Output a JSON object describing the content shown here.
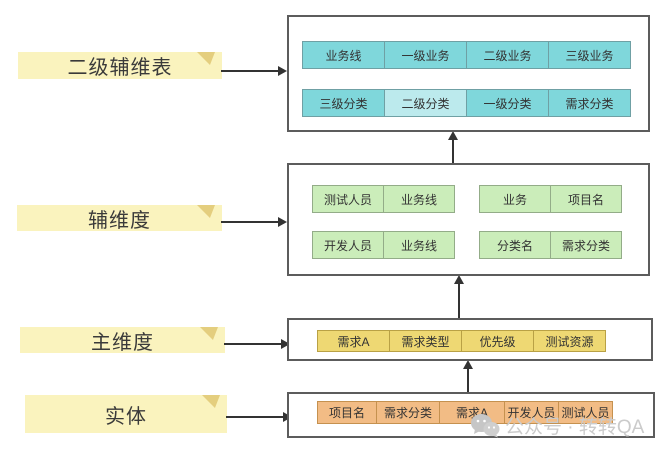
{
  "diagram": {
    "labels": {
      "secondary_aux_table": "二级辅维表",
      "aux_dimension": "辅维度",
      "main_dimension": "主维度",
      "entity": "实体"
    },
    "secondary_aux_table": {
      "row1": [
        "业务线",
        "一级业务",
        "二级业务",
        "三级业务"
      ],
      "row2": [
        "三级分类",
        "二级分类",
        "一级分类",
        "需求分类"
      ]
    },
    "aux_dimension": {
      "pair_tl": [
        "测试人员",
        "业务线"
      ],
      "pair_tr": [
        "业务",
        "项目名"
      ],
      "pair_bl": [
        "开发人员",
        "业务线"
      ],
      "pair_br": [
        "分类名",
        "需求分类"
      ]
    },
    "main_dimension": {
      "cells": [
        "需求A",
        "需求类型",
        "优先级",
        "测试资源"
      ]
    },
    "entity": {
      "cells": [
        "项目名",
        "需求分类",
        "需求A",
        "开发人员",
        "测试人员"
      ]
    }
  },
  "watermark": {
    "icon": "wechat-icon",
    "text": "公众号 · 转转QA"
  },
  "colors": {
    "sticky_fill": "#FAF3BE",
    "sticky_fold": "#E4CE7E",
    "teal_cell": "#7FD7DB",
    "teal_cell_light": "#BCEAED",
    "green_cell": "#CBEDBA",
    "yellow_cell": "#EED873",
    "orange_cell": "#F2BC85",
    "box_border": "#5C5C5C",
    "arrow": "#333333",
    "watermark_text": "#CBCBCB"
  }
}
